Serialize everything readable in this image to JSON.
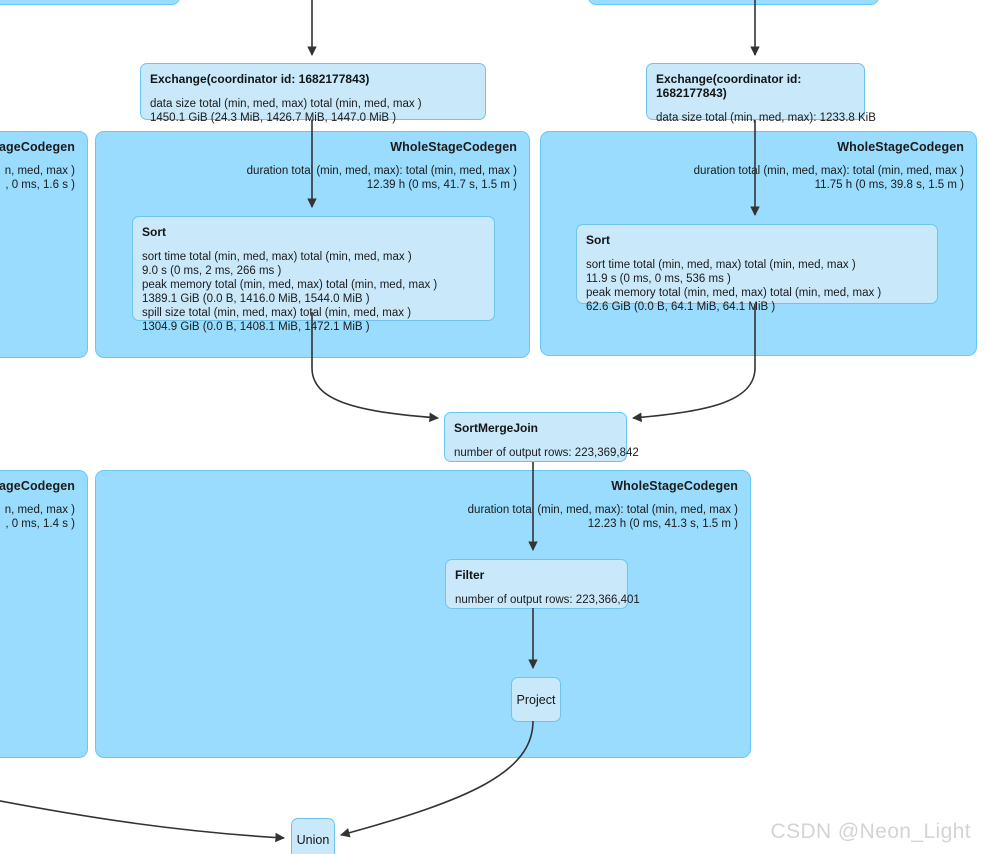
{
  "watermark": "CSDN @Neon_Light",
  "theme": {
    "cluster_fill": "#99dcfd",
    "cluster_stroke": "#69c7f7",
    "node_fill": "#c9e9fb",
    "node_stroke": "#6dc4ee",
    "edge_color": "#333333",
    "page_bg": "#ffffff",
    "text_color": "#1b1b1b",
    "watermark_color": "#d4d4d4"
  },
  "graph": {
    "type": "spark-sql-plan-dag",
    "clipped_top_left_cluster": {
      "label": ""
    },
    "clipped_top_right_cluster": {
      "label": ""
    }
  },
  "exchange_left": {
    "title": "Exchange(coordinator id: 1682177843)",
    "metrics": "data size total (min, med, max) total (min, med, max )\n1450.1 GiB (24.3 MiB, 1426.7 MiB, 1447.0 MiB )"
  },
  "exchange_right": {
    "title": "Exchange(coordinator id: 1682177843)",
    "metrics": "data size total (min, med, max): 1233.8 KiB"
  },
  "wsc_left": {
    "title": "WholeStageCodegen",
    "metrics": "duration total (min, med, max): total (min, med, max )\n12.39 h (0 ms, 41.7 s, 1.5 m )"
  },
  "sort_left": {
    "title": "Sort",
    "metrics": "sort time total (min, med, max) total (min, med, max )\n9.0 s (0 ms, 2 ms, 266 ms )\npeak memory total (min, med, max) total (min, med, max )\n1389.1 GiB (0.0 B, 1416.0 MiB, 1544.0 MiB )\nspill size total (min, med, max) total (min, med, max )\n1304.9 GiB (0.0 B, 1408.1 MiB, 1472.1 MiB )"
  },
  "wsc_right": {
    "title": "WholeStageCodegen",
    "metrics": "duration total (min, med, max): total (min, med, max )\n11.75 h (0 ms, 39.8 s, 1.5 m )"
  },
  "sort_right": {
    "title": "Sort",
    "metrics": "sort time total (min, med, max) total (min, med, max )\n11.9 s (0 ms, 0 ms, 536 ms )\npeak memory total (min, med, max) total (min, med, max )\n62.6 GiB (0.0 B, 64.1 MiB, 64.1 MiB )"
  },
  "wsc_clipped_upper": {
    "title": "ageCodegen",
    "metrics": "n, med, max )\n, 0 ms, 1.6 s )"
  },
  "wsc_clipped_lower": {
    "title": "ageCodegen",
    "metrics": "n, med, max )\n, 0 ms, 1.4 s )"
  },
  "sortmergejoin": {
    "title": "SortMergeJoin",
    "metrics": "number of output rows: 223,369,842"
  },
  "wsc_bottom": {
    "title": "WholeStageCodegen",
    "metrics": "duration total (min, med, max): total (min, med, max )\n12.23 h (0 ms, 41.3 s, 1.5 m )"
  },
  "filter": {
    "title": "Filter",
    "metrics": "number of output rows: 223,366,401"
  },
  "project": {
    "title": "Project"
  },
  "union": {
    "title": "Union"
  }
}
